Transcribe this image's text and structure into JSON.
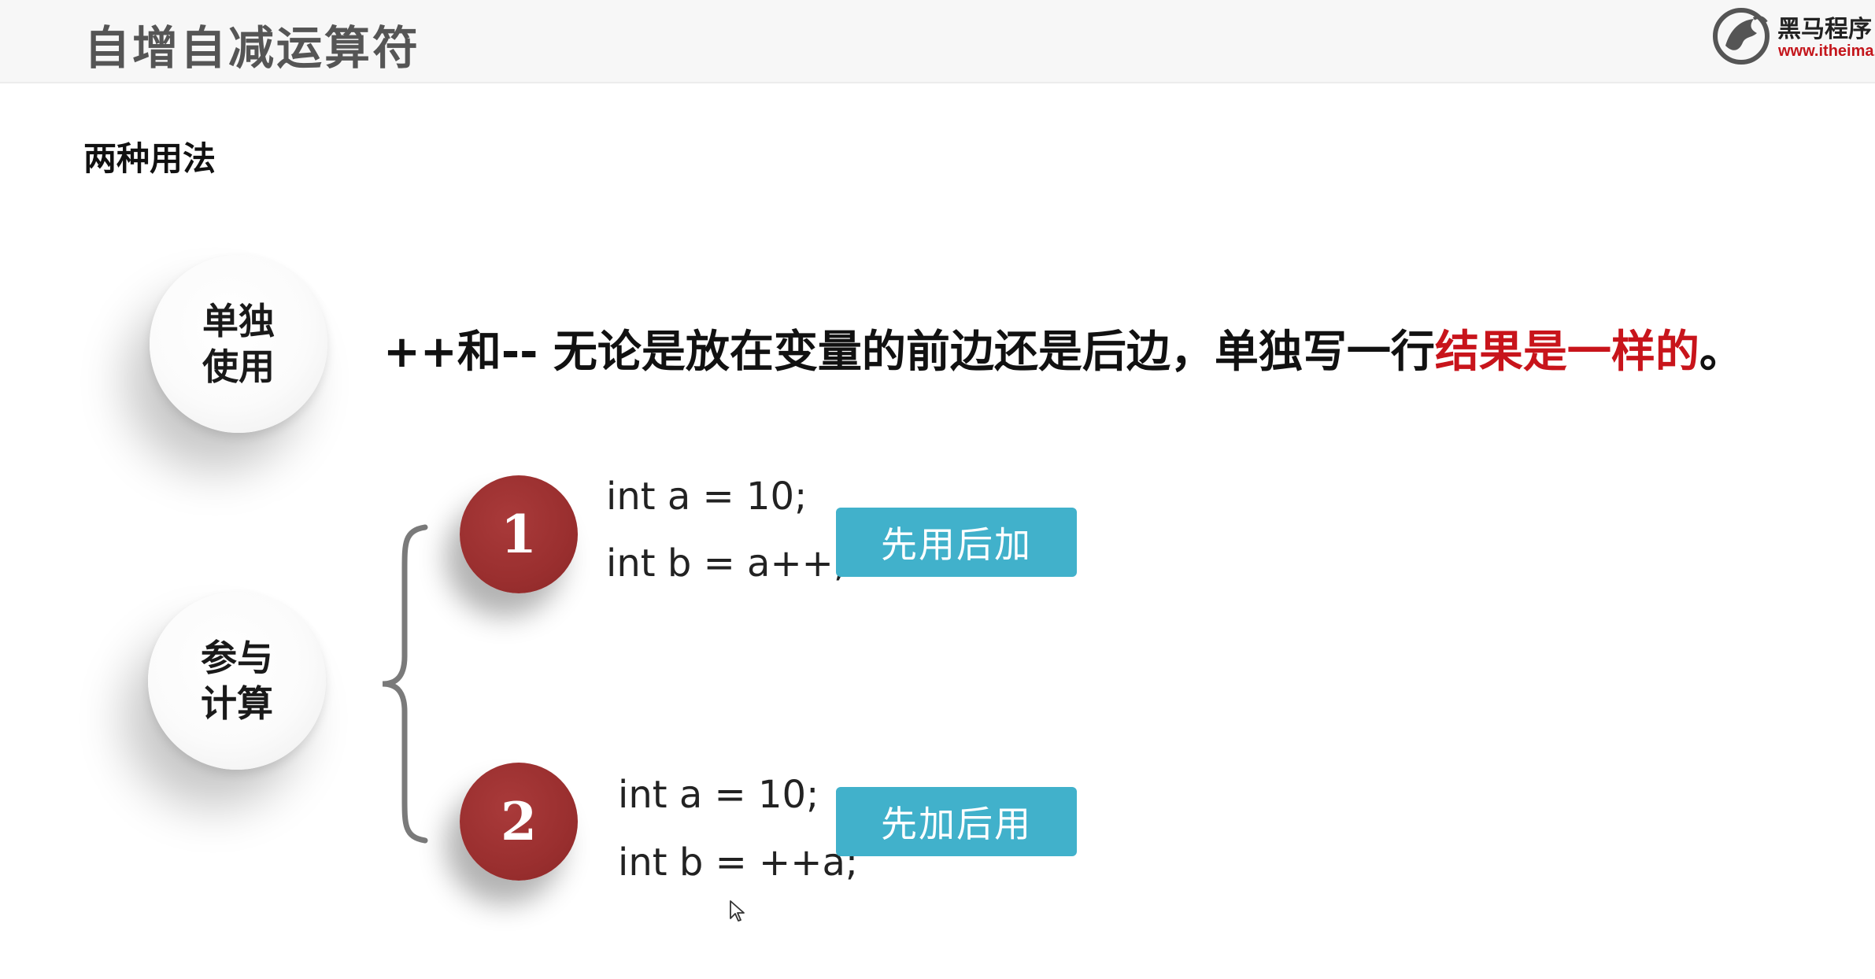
{
  "header": {
    "title": "自增自减运算符",
    "logo": {
      "name": "黑马程序",
      "url": "www.itheima."
    }
  },
  "subtitle": "两种用法",
  "usage_alone": {
    "bubble_label": "单独使用",
    "statement_prefix": "++和-- 无论是放在变量的前边还是后边，单独写一行",
    "statement_highlight": "结果是一样的",
    "statement_suffix": "。"
  },
  "usage_compute": {
    "bubble_label": "参与计算",
    "cases": [
      {
        "number": "1",
        "code_line_1": "int a = 10;",
        "code_line_2": "int b = a++;",
        "tag": "先用后加"
      },
      {
        "number": "2",
        "code_line_1": "int a = 10;",
        "code_line_2": "int b = ++a;",
        "tag": "先加后用"
      }
    ]
  },
  "colors": {
    "accent_red": "#c8141b",
    "badge_red": "#9a2f2f",
    "tag_blue": "#41b1cb"
  },
  "icons": {
    "logo": "horse-logo-icon",
    "pointer": "mouse-cursor-icon"
  }
}
